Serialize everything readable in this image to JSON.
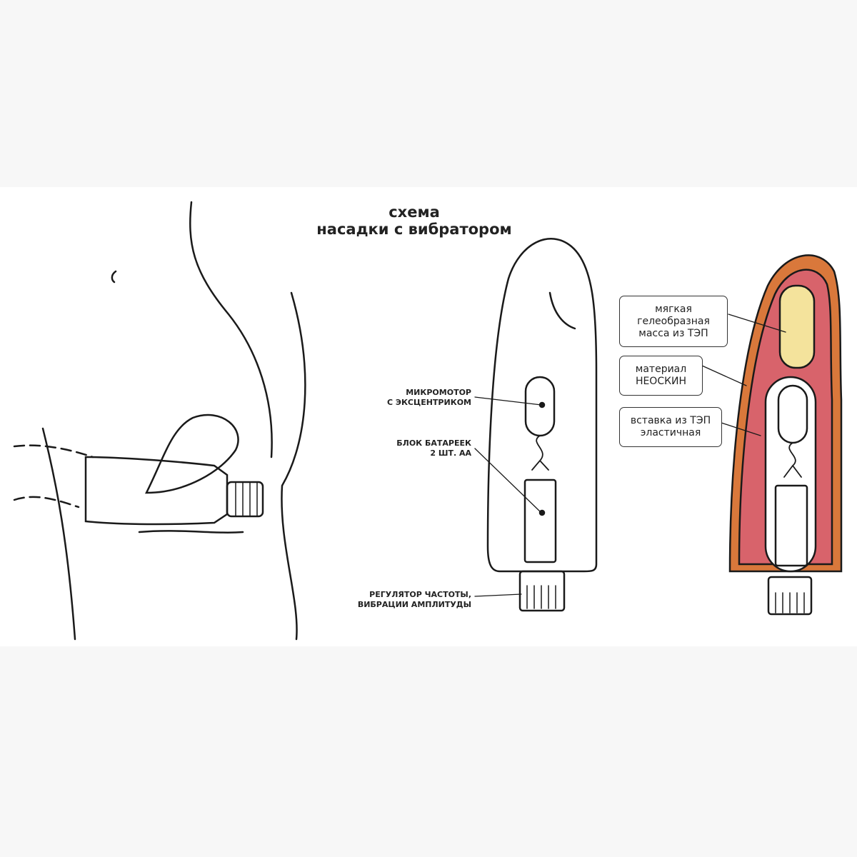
{
  "title": {
    "line1": "схема",
    "line2": "насадки с вибратором"
  },
  "labels": {
    "motor": {
      "line1": "микромотор",
      "line2": "с эксцентриком"
    },
    "battery": {
      "line1": "блок батареек",
      "line2": "2 шт. АА"
    },
    "regulator": {
      "line1": "регулятор частоты,",
      "line2": "вибрации амплитуды"
    }
  },
  "callouts": {
    "gel": {
      "line1": "мягкая",
      "line2": "гелеобразная",
      "line3": "масса из ТЭП"
    },
    "material": {
      "line1": "материал",
      "line2": "НЕОСКИН"
    },
    "insert": {
      "line1": "вставка из ТЭП",
      "line2": "эластичная"
    }
  },
  "colors": {
    "outer": "#d9783b",
    "inner": "#d8636b",
    "gel": "#f4e39c",
    "line": "#1a1a1a"
  }
}
